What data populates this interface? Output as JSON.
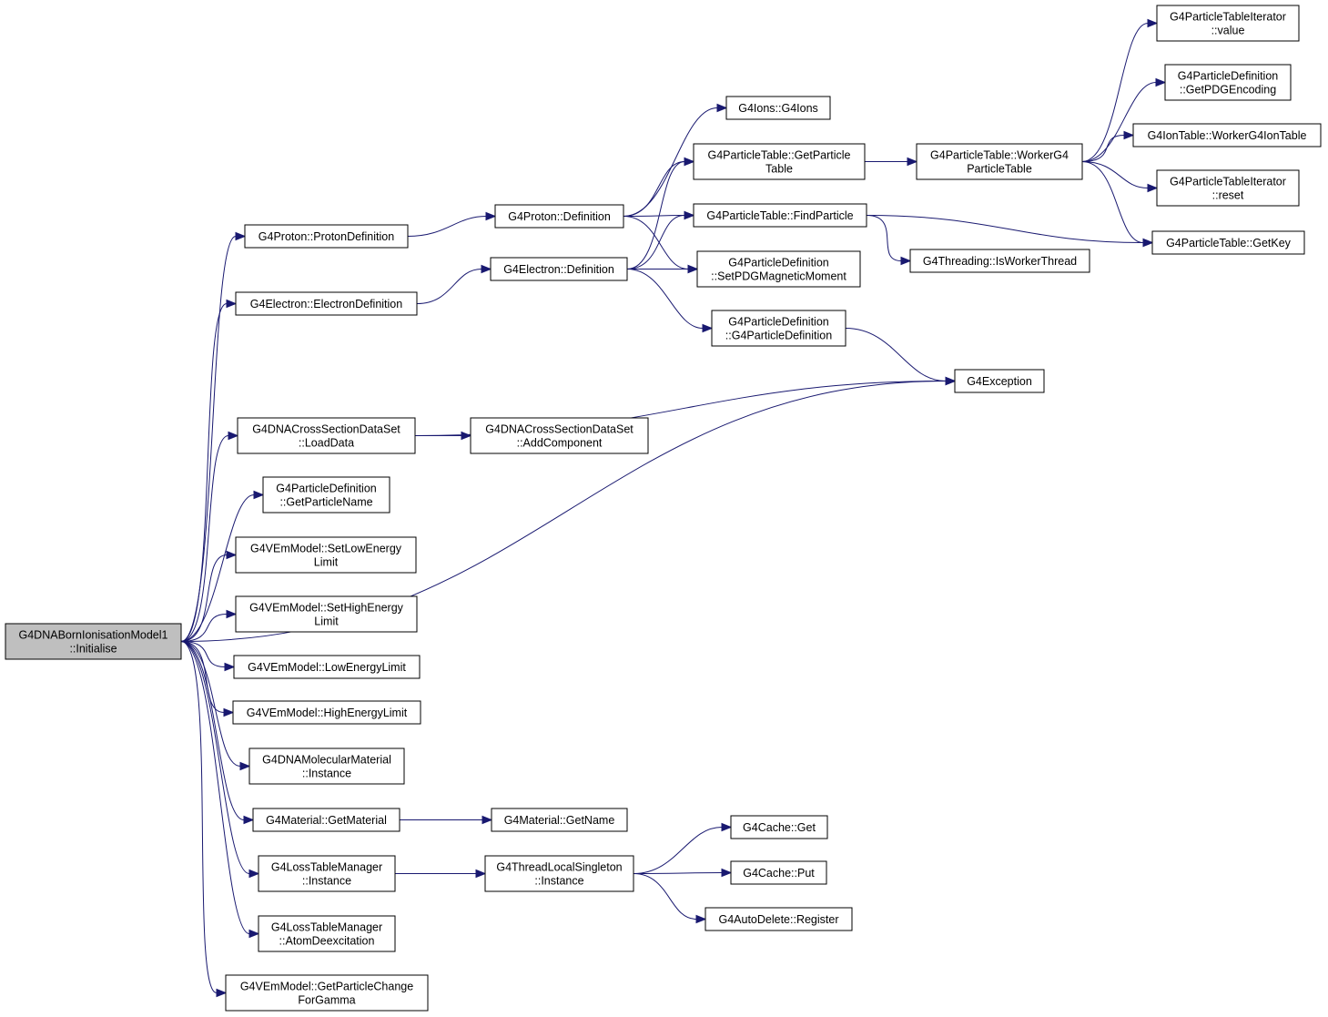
{
  "graph": {
    "root_id": "root",
    "colors": {
      "edge": "#191970",
      "root_fill": "#bfbfbf",
      "node_fill": "#ffffff",
      "border": "#000000"
    },
    "nodes": [
      {
        "id": "root",
        "lines": [
          "G4DNABornIonisationModel1",
          "::Initialise"
        ]
      },
      {
        "id": "protonDef",
        "lines": [
          "G4Proton::ProtonDefinition"
        ]
      },
      {
        "id": "electronDef",
        "lines": [
          "G4Electron::ElectronDefinition"
        ]
      },
      {
        "id": "loadData",
        "lines": [
          "G4DNACrossSectionDataSet",
          "::LoadData"
        ]
      },
      {
        "id": "getParticleName",
        "lines": [
          "G4ParticleDefinition",
          "::GetParticleName"
        ]
      },
      {
        "id": "setLow",
        "lines": [
          "G4VEmModel::SetLowEnergy",
          "Limit"
        ]
      },
      {
        "id": "setHigh",
        "lines": [
          "G4VEmModel::SetHighEnergy",
          "Limit"
        ]
      },
      {
        "id": "lowLimit",
        "lines": [
          "G4VEmModel::LowEnergyLimit"
        ]
      },
      {
        "id": "highLimit",
        "lines": [
          "G4VEmModel::HighEnergyLimit"
        ]
      },
      {
        "id": "molInstance",
        "lines": [
          "G4DNAMolecularMaterial",
          "::Instance"
        ]
      },
      {
        "id": "getMaterial",
        "lines": [
          "G4Material::GetMaterial"
        ]
      },
      {
        "id": "lossInstance",
        "lines": [
          "G4LossTableManager",
          "::Instance"
        ]
      },
      {
        "id": "atomDeex",
        "lines": [
          "G4LossTableManager",
          "::AtomDeexcitation"
        ]
      },
      {
        "id": "getPC",
        "lines": [
          "G4VEmModel::GetParticleChange",
          "ForGamma"
        ]
      },
      {
        "id": "protonDefinition",
        "lines": [
          "G4Proton::Definition"
        ]
      },
      {
        "id": "electronDefinition",
        "lines": [
          "G4Electron::Definition"
        ]
      },
      {
        "id": "addComponent",
        "lines": [
          "G4DNACrossSectionDataSet",
          "::AddComponent"
        ]
      },
      {
        "id": "getName",
        "lines": [
          "G4Material::GetName"
        ]
      },
      {
        "id": "tlsInstance",
        "lines": [
          "G4ThreadLocalSingleton",
          "::Instance"
        ]
      },
      {
        "id": "ions",
        "lines": [
          "G4Ions::G4Ions"
        ]
      },
      {
        "id": "getPT",
        "lines": [
          "G4ParticleTable::GetParticle",
          "Table"
        ]
      },
      {
        "id": "findParticle",
        "lines": [
          "G4ParticleTable::FindParticle"
        ]
      },
      {
        "id": "setPDG",
        "lines": [
          "G4ParticleDefinition",
          "::SetPDGMagneticMoment"
        ]
      },
      {
        "id": "pdCtor",
        "lines": [
          "G4ParticleDefinition",
          "::G4ParticleDefinition"
        ]
      },
      {
        "id": "exception",
        "lines": [
          "G4Exception"
        ]
      },
      {
        "id": "cacheGet",
        "lines": [
          "G4Cache::Get"
        ]
      },
      {
        "id": "cachePut",
        "lines": [
          "G4Cache::Put"
        ]
      },
      {
        "id": "autoDelete",
        "lines": [
          "G4AutoDelete::Register"
        ]
      },
      {
        "id": "workerPT",
        "lines": [
          "G4ParticleTable::WorkerG4",
          "ParticleTable"
        ]
      },
      {
        "id": "isWorker",
        "lines": [
          "G4Threading::IsWorkerThread"
        ]
      },
      {
        "id": "ptiValue",
        "lines": [
          "G4ParticleTableIterator",
          "::value"
        ]
      },
      {
        "id": "getPDGEnc",
        "lines": [
          "G4ParticleDefinition",
          "::GetPDGEncoding"
        ]
      },
      {
        "id": "workerIon",
        "lines": [
          "G4IonTable::WorkerG4IonTable"
        ]
      },
      {
        "id": "ptiReset",
        "lines": [
          "G4ParticleTableIterator",
          "::reset"
        ]
      },
      {
        "id": "getKey",
        "lines": [
          "G4ParticleTable::GetKey"
        ]
      }
    ],
    "edges": [
      [
        "root",
        "protonDef"
      ],
      [
        "root",
        "electronDef"
      ],
      [
        "root",
        "exception"
      ],
      [
        "root",
        "loadData"
      ],
      [
        "root",
        "getParticleName"
      ],
      [
        "root",
        "setLow"
      ],
      [
        "root",
        "setHigh"
      ],
      [
        "root",
        "lowLimit"
      ],
      [
        "root",
        "highLimit"
      ],
      [
        "root",
        "molInstance"
      ],
      [
        "root",
        "getMaterial"
      ],
      [
        "root",
        "lossInstance"
      ],
      [
        "root",
        "atomDeex"
      ],
      [
        "root",
        "getPC"
      ],
      [
        "protonDef",
        "protonDefinition"
      ],
      [
        "electronDef",
        "electronDefinition"
      ],
      [
        "loadData",
        "addComponent"
      ],
      [
        "loadData",
        "exception"
      ],
      [
        "getMaterial",
        "getName"
      ],
      [
        "lossInstance",
        "tlsInstance"
      ],
      [
        "protonDefinition",
        "ions"
      ],
      [
        "protonDefinition",
        "getPT"
      ],
      [
        "protonDefinition",
        "findParticle"
      ],
      [
        "protonDefinition",
        "setPDG"
      ],
      [
        "electronDefinition",
        "getPT"
      ],
      [
        "electronDefinition",
        "findParticle"
      ],
      [
        "electronDefinition",
        "setPDG"
      ],
      [
        "electronDefinition",
        "pdCtor"
      ],
      [
        "pdCtor",
        "exception"
      ],
      [
        "getPT",
        "workerPT"
      ],
      [
        "findParticle",
        "getKey"
      ],
      [
        "findParticle",
        "isWorker"
      ],
      [
        "workerPT",
        "ptiValue"
      ],
      [
        "workerPT",
        "getPDGEnc"
      ],
      [
        "workerPT",
        "workerIon"
      ],
      [
        "workerPT",
        "ptiReset"
      ],
      [
        "workerPT",
        "getKey"
      ],
      [
        "tlsInstance",
        "cacheGet"
      ],
      [
        "tlsInstance",
        "cachePut"
      ],
      [
        "tlsInstance",
        "autoDelete"
      ]
    ]
  }
}
